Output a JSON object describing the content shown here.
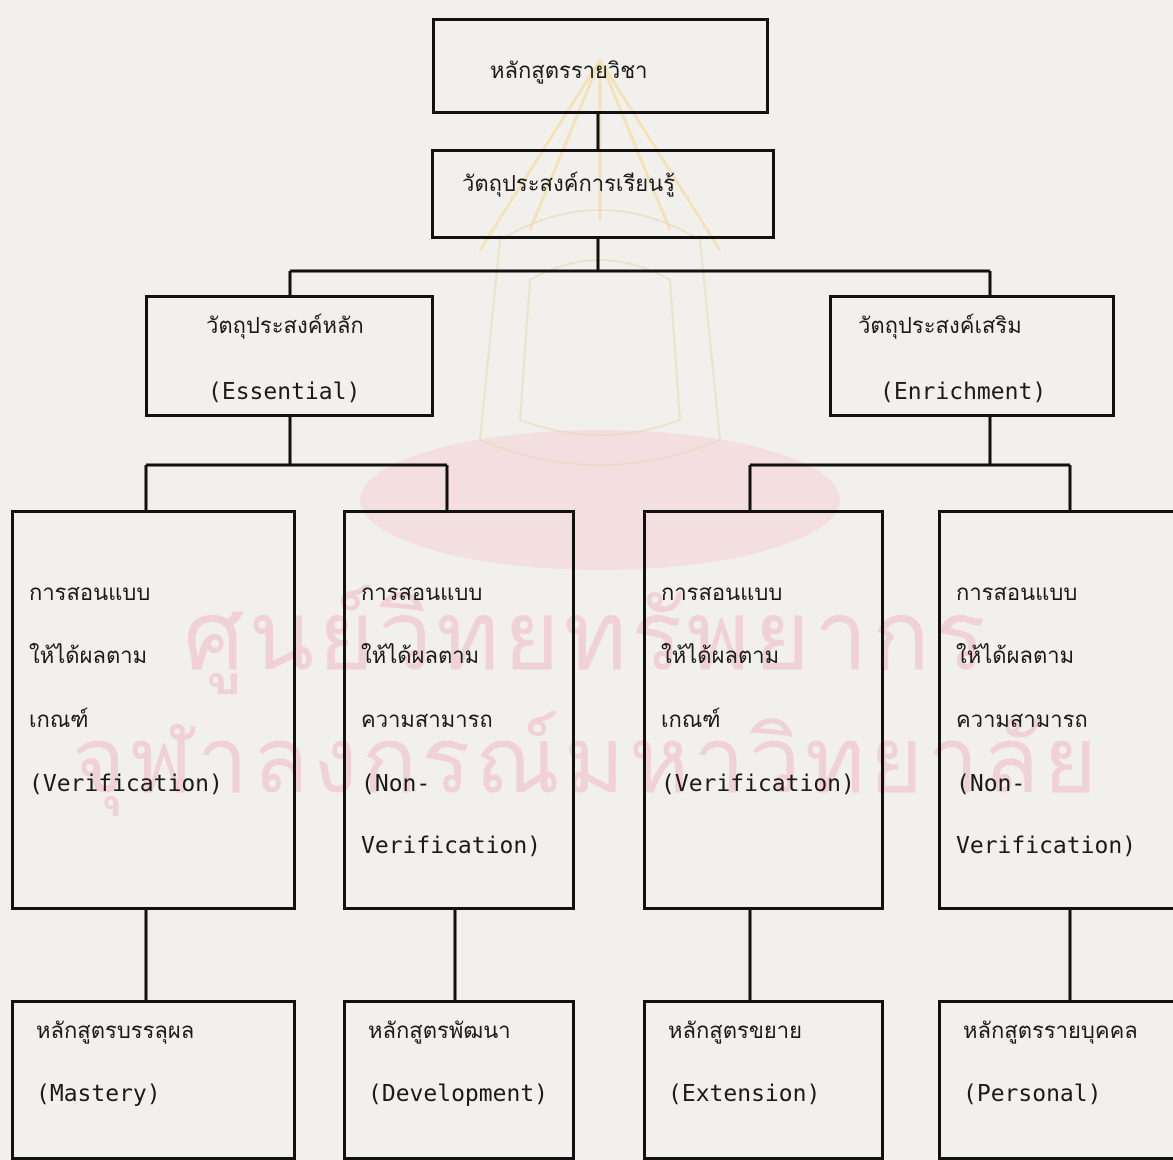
{
  "watermark": {
    "line1": "ศูนย์วิทยทรัพยากร",
    "line2": "จุฬาลงกรณ์มหาวิทยาลัย"
  },
  "root": {
    "label": "หลักสูตรรายวิชา"
  },
  "objectives": {
    "label": "วัตถุประสงค์การเรียนรู้"
  },
  "essential": {
    "label": "วัตถุประสงค์หลัก",
    "english": "(Essential)"
  },
  "enrichment": {
    "label": "วัตถุประสงค์เสริม",
    "english": "(Enrichment)"
  },
  "methods": [
    {
      "lines": [
        "การสอนแบบ",
        "ให้ได้ผลตาม",
        "เกณฑ์",
        "(Verification)",
        ""
      ]
    },
    {
      "lines": [
        "การสอนแบบ",
        "ให้ได้ผลตาม",
        "ความสามารถ",
        "(Non-",
        "Verification)"
      ]
    },
    {
      "lines": [
        "การสอนแบบ",
        "ให้ได้ผลตาม",
        "เกณฑ์",
        "(Verification)",
        ""
      ]
    },
    {
      "lines": [
        "การสอนแบบ",
        "ให้ได้ผลตาม",
        "ความสามารถ",
        "(Non-",
        "Verification)"
      ]
    }
  ],
  "courses": [
    {
      "label": "หลักสูตรบรรลุผล",
      "english": "(Mastery)"
    },
    {
      "label": "หลักสูตรพัฒนา",
      "english": "(Development)"
    },
    {
      "label": "หลักสูตรขยาย",
      "english": "(Extension)"
    },
    {
      "label": "หลักสูตรรายบุคคล",
      "english": "(Personal)"
    }
  ]
}
